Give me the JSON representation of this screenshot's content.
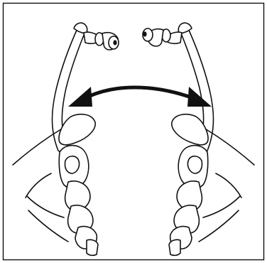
{
  "figure": {
    "frame_color": "#111111",
    "background_color": "#ffffff",
    "ink_color": "#111111",
    "parts": [
      "left-earbud",
      "right-earbud",
      "headband",
      "spread-arrow",
      "left-hand",
      "right-hand"
    ]
  }
}
